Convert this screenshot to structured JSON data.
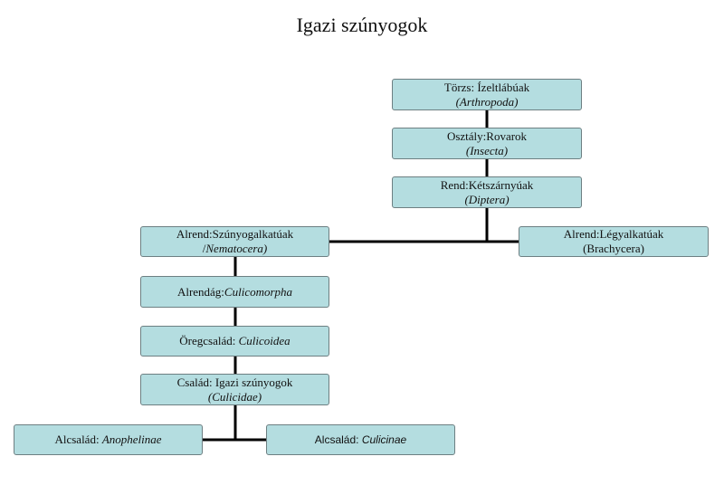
{
  "title": "Igazi szúnyogok",
  "colors": {
    "box_fill": "#b4dde0",
    "box_border": "#6d7f82",
    "connector": "#000000"
  },
  "nodes": {
    "torzs": {
      "line1": "Törzs: Ízeltlábúak",
      "line2": "(Arthropoda)"
    },
    "osztaly": {
      "line1": "Osztály:Rovarok",
      "line2": "(Insecta)"
    },
    "rend": {
      "line1": "Rend:Kétszárnyúak",
      "line2": "(Diptera)"
    },
    "alrend_szunyog": {
      "line1": "Alrend:Szúnyogalkatúak",
      "line2_prefix": "/",
      "line2": "Nematocera)"
    },
    "alrend_legy": {
      "line1": "Alrend:Légyalkatúak",
      "line2": "(Brachycera)"
    },
    "alrendag": {
      "prefix": "Alrendág:",
      "name": "Culicomorpha"
    },
    "oregcsalad": {
      "prefix": "Öregcsalád: ",
      "name": "Culicoidea"
    },
    "csalad": {
      "line1": "Család: Igazi szúnyogok",
      "line2": "(Culicidae)"
    },
    "alcsalad_anoph": {
      "prefix": "Alcsalád: ",
      "name": "Anophelinae"
    },
    "alcsalad_culic": {
      "prefix": "Alcsalád: ",
      "name": "Culicinae"
    }
  }
}
